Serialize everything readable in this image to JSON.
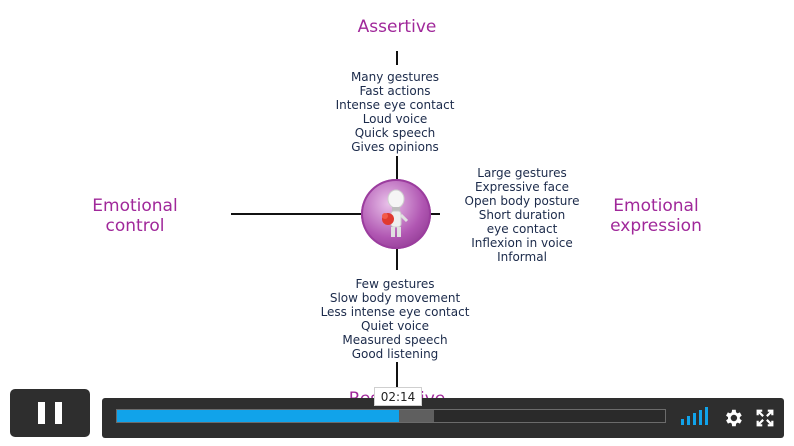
{
  "diagram": {
    "top_heading": "Assertive",
    "left_heading_line1": "Emotional",
    "left_heading_line2": "control",
    "right_heading_line1": "Emotional",
    "right_heading_line2": "expression",
    "bottom_heading": "Responsive",
    "top_items": [
      "Many gestures",
      "Fast actions",
      "Intense eye contact",
      "Loud voice",
      "Quick speech",
      "Gives opinions"
    ],
    "right_items": [
      "Large gestures",
      "Expressive face",
      "Open body posture",
      "Short duration",
      "eye contact",
      "Inflexion in voice",
      "Informal"
    ],
    "bottom_items": [
      "Few gestures",
      "Slow body movement",
      "Less intense eye contact",
      "Quiet voice",
      "Measured speech",
      "Good listening"
    ],
    "center_icon": "lightbulb-figure-icon"
  },
  "player": {
    "state": "playing",
    "pause_icon": "pause-icon",
    "time_tooltip": "02:14",
    "progress_played_fraction": 0.515,
    "progress_buffered_fraction": 0.578,
    "volume_icon": "volume-bars-icon",
    "settings_icon": "gear-icon",
    "fullscreen_icon": "fullscreen-icon",
    "accent_color": "#11a3ea",
    "heading_color": "#a0289a"
  }
}
